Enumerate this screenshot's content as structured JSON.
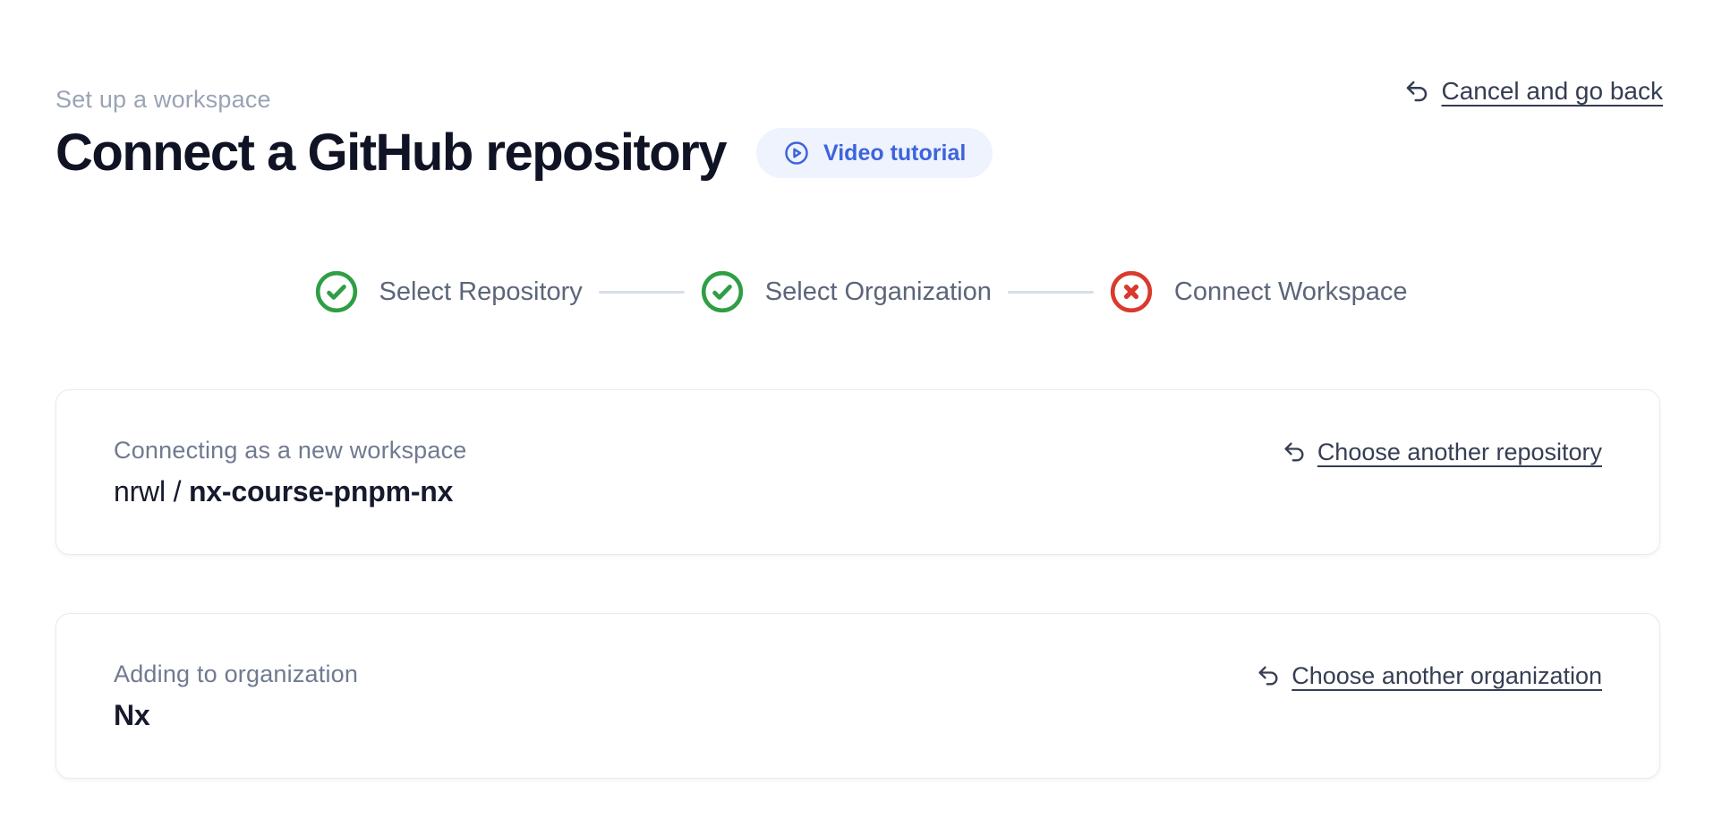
{
  "page": {
    "eyebrow": "Set up a workspace",
    "title": "Connect a GitHub repository"
  },
  "header": {
    "video_button": {
      "label": "Video tutorial",
      "icon": "play-circle-icon"
    },
    "cancel_link": {
      "label": "Cancel and go back",
      "icon": "undo-icon"
    }
  },
  "stepper": {
    "steps": [
      {
        "label": "Select Repository",
        "status": "complete",
        "icon": "check-circle-icon"
      },
      {
        "label": "Select Organization",
        "status": "complete",
        "icon": "check-circle-icon"
      },
      {
        "label": "Connect Workspace",
        "status": "error",
        "icon": "x-circle-icon"
      }
    ]
  },
  "cards": [
    {
      "label": "Connecting as a new workspace",
      "value_prefix": "nrwl / ",
      "value": "nx-course-pnpm-nx",
      "action": {
        "label": "Choose another repository",
        "icon": "undo-icon"
      }
    },
    {
      "label": "Adding to organization",
      "value_prefix": "",
      "value": "Nx",
      "action": {
        "label": "Choose another organization",
        "icon": "undo-icon"
      }
    }
  ],
  "colors": {
    "success_green": "#2f9e44",
    "error_red": "#d93a2c",
    "accent_blue": "#3e63dd",
    "accent_blue_bg": "#eef3fd",
    "connector_gray": "#d8dee8"
  }
}
